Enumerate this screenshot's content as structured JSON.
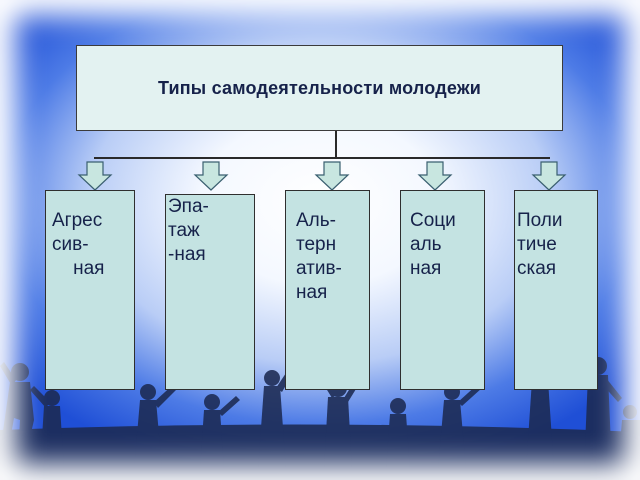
{
  "diagram": {
    "title": "Типы самодеятельности молодежи",
    "boxes": [
      {
        "id": "aggressive",
        "label": "Агрес\nсив-\n    ная"
      },
      {
        "id": "epatage",
        "label": "Эпа-\nтаж\n-ная"
      },
      {
        "id": "alternative",
        "label": "Аль-\nтерн\nатив-\nная"
      },
      {
        "id": "social",
        "label": "Соци\nаль\nная"
      },
      {
        "id": "political",
        "label": "Поли\nтиче\nская"
      }
    ]
  },
  "colors": {
    "title_box_fill": "#e3f2f1",
    "box_fill": "#c4e3e2",
    "arrow_fill": "#c8e6e0",
    "text": "#16224a",
    "background_edge": "#1f4fd6"
  }
}
